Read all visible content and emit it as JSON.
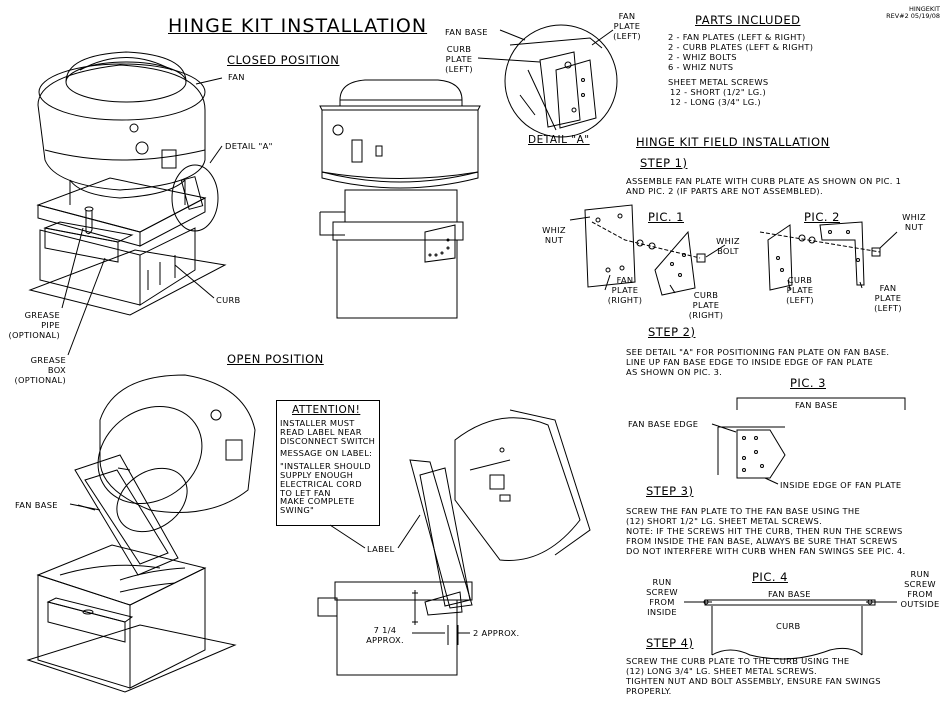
{
  "title": "HINGE KIT INSTALLATION",
  "revision": {
    "doc": "HINGEKIT",
    "rev": "REV#2  05/19/08"
  },
  "closed_position": "CLOSED POSITION",
  "open_position": "OPEN POSITION",
  "labels": {
    "fan": "FAN",
    "detail_a_ref": "DETAIL \"A\"",
    "curb": "CURB",
    "grease_pipe": [
      "GREASE",
      "PIPE",
      "(OPTIONAL)"
    ],
    "grease_box": [
      "GREASE",
      "BOX",
      "(OPTIONAL)"
    ],
    "fan_base": "FAN BASE",
    "label": "LABEL",
    "seven_quarter": [
      "7 1/4",
      "APPROX."
    ],
    "two_approx": "2 APPROX."
  },
  "detail_a": {
    "title": "DETAIL \"A\"",
    "fan_base": "FAN BASE",
    "curb_plate": [
      "CURB",
      "PLATE",
      "(LEFT)"
    ],
    "fan_plate": [
      "FAN",
      "PLATE",
      "(LEFT)"
    ]
  },
  "attention": {
    "heading": "ATTENTION!",
    "lines": [
      "INSTALLER MUST",
      "READ LABEL NEAR",
      "DISCONNECT SWITCH",
      "",
      "MESSAGE ON LABEL:",
      "",
      "\"INSTALLER SHOULD",
      "SUPPLY ENOUGH",
      "ELECTRICAL CORD",
      "TO LET FAN",
      "MAKE COMPLETE",
      "SWING\""
    ]
  },
  "parts": {
    "heading": "PARTS INCLUDED",
    "items": [
      "2  -  FAN PLATES (LEFT & RIGHT)",
      "2  -  CURB PLATES (LEFT & RIGHT)",
      "2  -  WHIZ BOLTS",
      "6  -  WHIZ NUTS"
    ],
    "screws_heading": "SHEET METAL SCREWS",
    "screws": [
      "12  -  SHORT (1/2\" LG.)",
      "12  -  LONG (3/4\" LG.)"
    ]
  },
  "field": {
    "heading": "HINGE KIT FIELD INSTALLATION",
    "step1": {
      "label": "STEP 1)",
      "text": [
        "ASSEMBLE FAN PLATE WITH CURB PLATE AS SHOWN ON PIC. 1",
        "AND PIC. 2 (IF PARTS ARE NOT ASSEMBLED)."
      ]
    },
    "pic1": {
      "title": "PIC. 1",
      "whiz_nut": [
        "WHIZ",
        "NUT"
      ],
      "whiz_bolt": [
        "WHIZ",
        "BOLT"
      ],
      "fan_plate": [
        "FAN",
        "PLATE",
        "(RIGHT)"
      ],
      "curb_plate": [
        "CURB",
        "PLATE",
        "(RIGHT)"
      ]
    },
    "pic2": {
      "title": "PIC. 2",
      "whiz_nut": [
        "WHIZ",
        "NUT"
      ],
      "curb_plate": [
        "CURB",
        "PLATE",
        "(LEFT)"
      ],
      "fan_plate": [
        "FAN",
        "PLATE",
        "(LEFT)"
      ]
    },
    "step2": {
      "label": "STEP 2)",
      "text": [
        "SEE DETAIL \"A\" FOR POSITIONING FAN PLATE ON FAN BASE.",
        "LINE UP FAN BASE EDGE TO INSIDE EDGE OF FAN PLATE",
        "AS SHOWN ON PIC. 3."
      ]
    },
    "pic3": {
      "title": "PIC. 3",
      "fan_base": "FAN BASE",
      "fan_base_edge": "FAN BASE EDGE",
      "inside_edge": "INSIDE EDGE OF FAN PLATE"
    },
    "step3": {
      "label": "STEP 3)",
      "text": [
        "SCREW THE FAN PLATE TO THE FAN BASE USING THE",
        "(12) SHORT 1/2\" LG. SHEET METAL SCREWS.",
        "NOTE: IF THE SCREWS HIT THE CURB, THEN RUN THE SCREWS",
        "FROM INSIDE THE FAN BASE, ALWAYS BE SURE THAT SCREWS",
        "DO NOT INTERFERE WITH CURB WHEN FAN SWINGS SEE PIC. 4."
      ]
    },
    "pic4": {
      "title": "PIC. 4",
      "fan_base": "FAN BASE",
      "curb": "CURB",
      "run_inside": [
        "RUN",
        "SCREW",
        "FROM",
        "INSIDE"
      ],
      "run_outside": [
        "RUN",
        "SCREW",
        "FROM",
        "OUTSIDE"
      ]
    },
    "step4": {
      "label": "STEP 4)",
      "text": [
        "SCREW THE CURB PLATE TO THE CURB USING THE",
        "(12) LONG 3/4\" LG. SHEET METAL SCREWS.",
        "TIGHTEN NUT AND BOLT ASSEMBLY, ENSURE FAN SWINGS",
        "PROPERLY."
      ]
    }
  }
}
